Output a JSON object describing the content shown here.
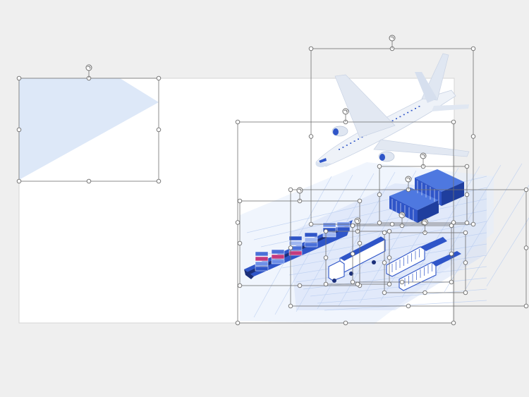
{
  "app": {
    "view": "slide-editor"
  },
  "colors": {
    "workspace": "#efefef",
    "slide": "#ffffff",
    "accent_blue": "#2f55c8",
    "pale_blue": "#dbe7f8",
    "container_magenta": "#c43a7e",
    "handle_stroke": "#6a6a6a"
  },
  "icons": [
    "rotate-handle-icon",
    "resize-handle-icon",
    "airplane-illustration",
    "cargo-ship-illustration",
    "truck-illustration",
    "freight-train-illustration",
    "warehouse-illustration",
    "logistics-grid-illustration"
  ],
  "slide": {
    "objects": [
      {
        "name": "decorative-triangle",
        "selected": true
      },
      {
        "name": "logistics-illustration-group",
        "selected": true
      },
      {
        "name": "airplane",
        "selected": true
      },
      {
        "name": "warehouses",
        "selected": true
      },
      {
        "name": "cargo-ship",
        "selected": true
      },
      {
        "name": "truck",
        "selected": true
      },
      {
        "name": "freight-train",
        "selected": true
      }
    ]
  }
}
